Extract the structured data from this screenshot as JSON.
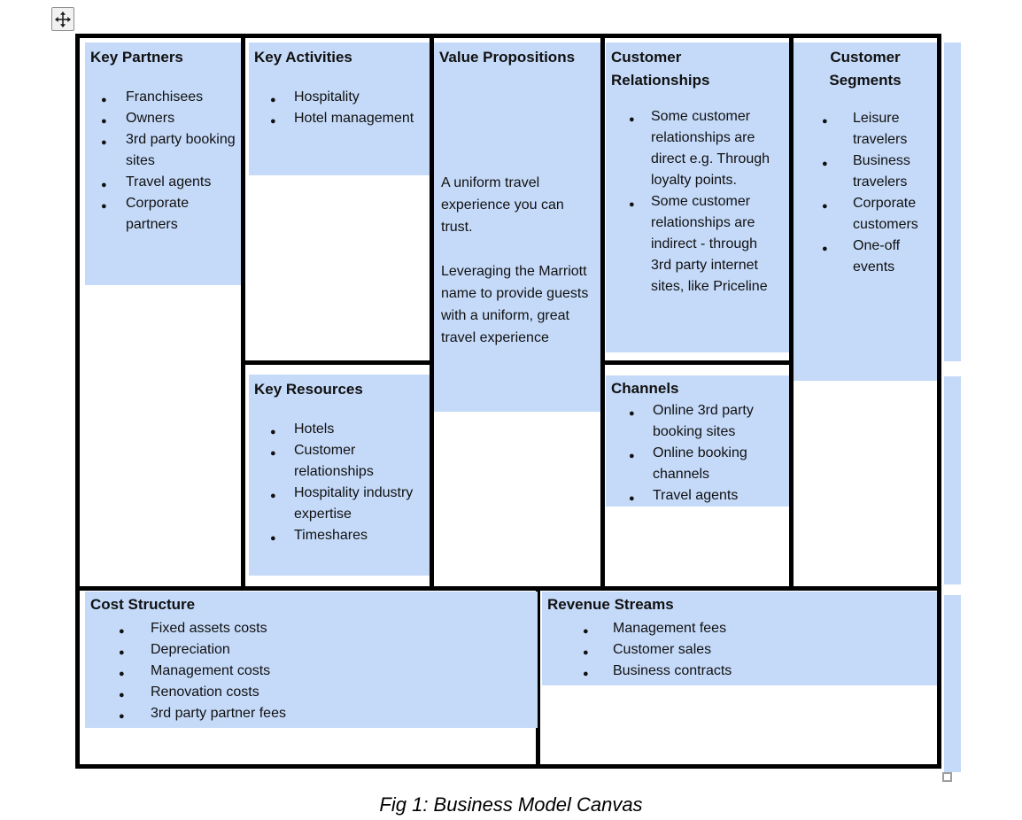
{
  "controls": {
    "move_handle_icon": "move-arrows-icon",
    "resize_handle_icon": "resize-square-icon"
  },
  "colors": {
    "highlight_blue": "#c5daf9",
    "border_black": "#000000"
  },
  "caption": "Fig 1: Business Model Canvas",
  "canvas": {
    "key_partners": {
      "title": "Key Partners",
      "items": [
        "Franchisees",
        "Owners",
        "3rd party booking sites",
        "Travel agents",
        "Corporate partners"
      ]
    },
    "key_activities": {
      "title": "Key Activities",
      "items": [
        "Hospitality",
        "Hotel management"
      ]
    },
    "key_resources": {
      "title": "Key Resources",
      "items": [
        "Hotels",
        "Customer relationships",
        "Hospitality industry expertise",
        "Timeshares"
      ]
    },
    "value_propositions": {
      "title": "Value Propositions",
      "paragraphs": [
        "A uniform travel experience you can trust.",
        "Leveraging the Marriott name to provide guests with a uniform, great travel experience"
      ]
    },
    "customer_relationships": {
      "title": "Customer Relationships",
      "items": [
        "Some customer relationships are direct e.g. Through loyalty points.",
        "Some customer relationships are indirect - through 3rd party internet sites, like Priceline"
      ]
    },
    "channels": {
      "title": "Channels",
      "items": [
        "Online 3rd party booking sites",
        "Online booking channels",
        "Travel agents"
      ]
    },
    "customer_segments": {
      "title": "Customer Segments",
      "items": [
        "Leisure travelers",
        "Business travelers",
        "Corporate customers",
        "One-off events"
      ]
    },
    "cost_structure": {
      "title": "Cost Structure",
      "items": [
        "Fixed assets costs",
        "Depreciation",
        "Management costs",
        "Renovation costs",
        "3rd party partner fees"
      ]
    },
    "revenue_streams": {
      "title": "Revenue Streams",
      "items": [
        "Management fees",
        "Customer sales",
        "Business contracts"
      ]
    }
  }
}
